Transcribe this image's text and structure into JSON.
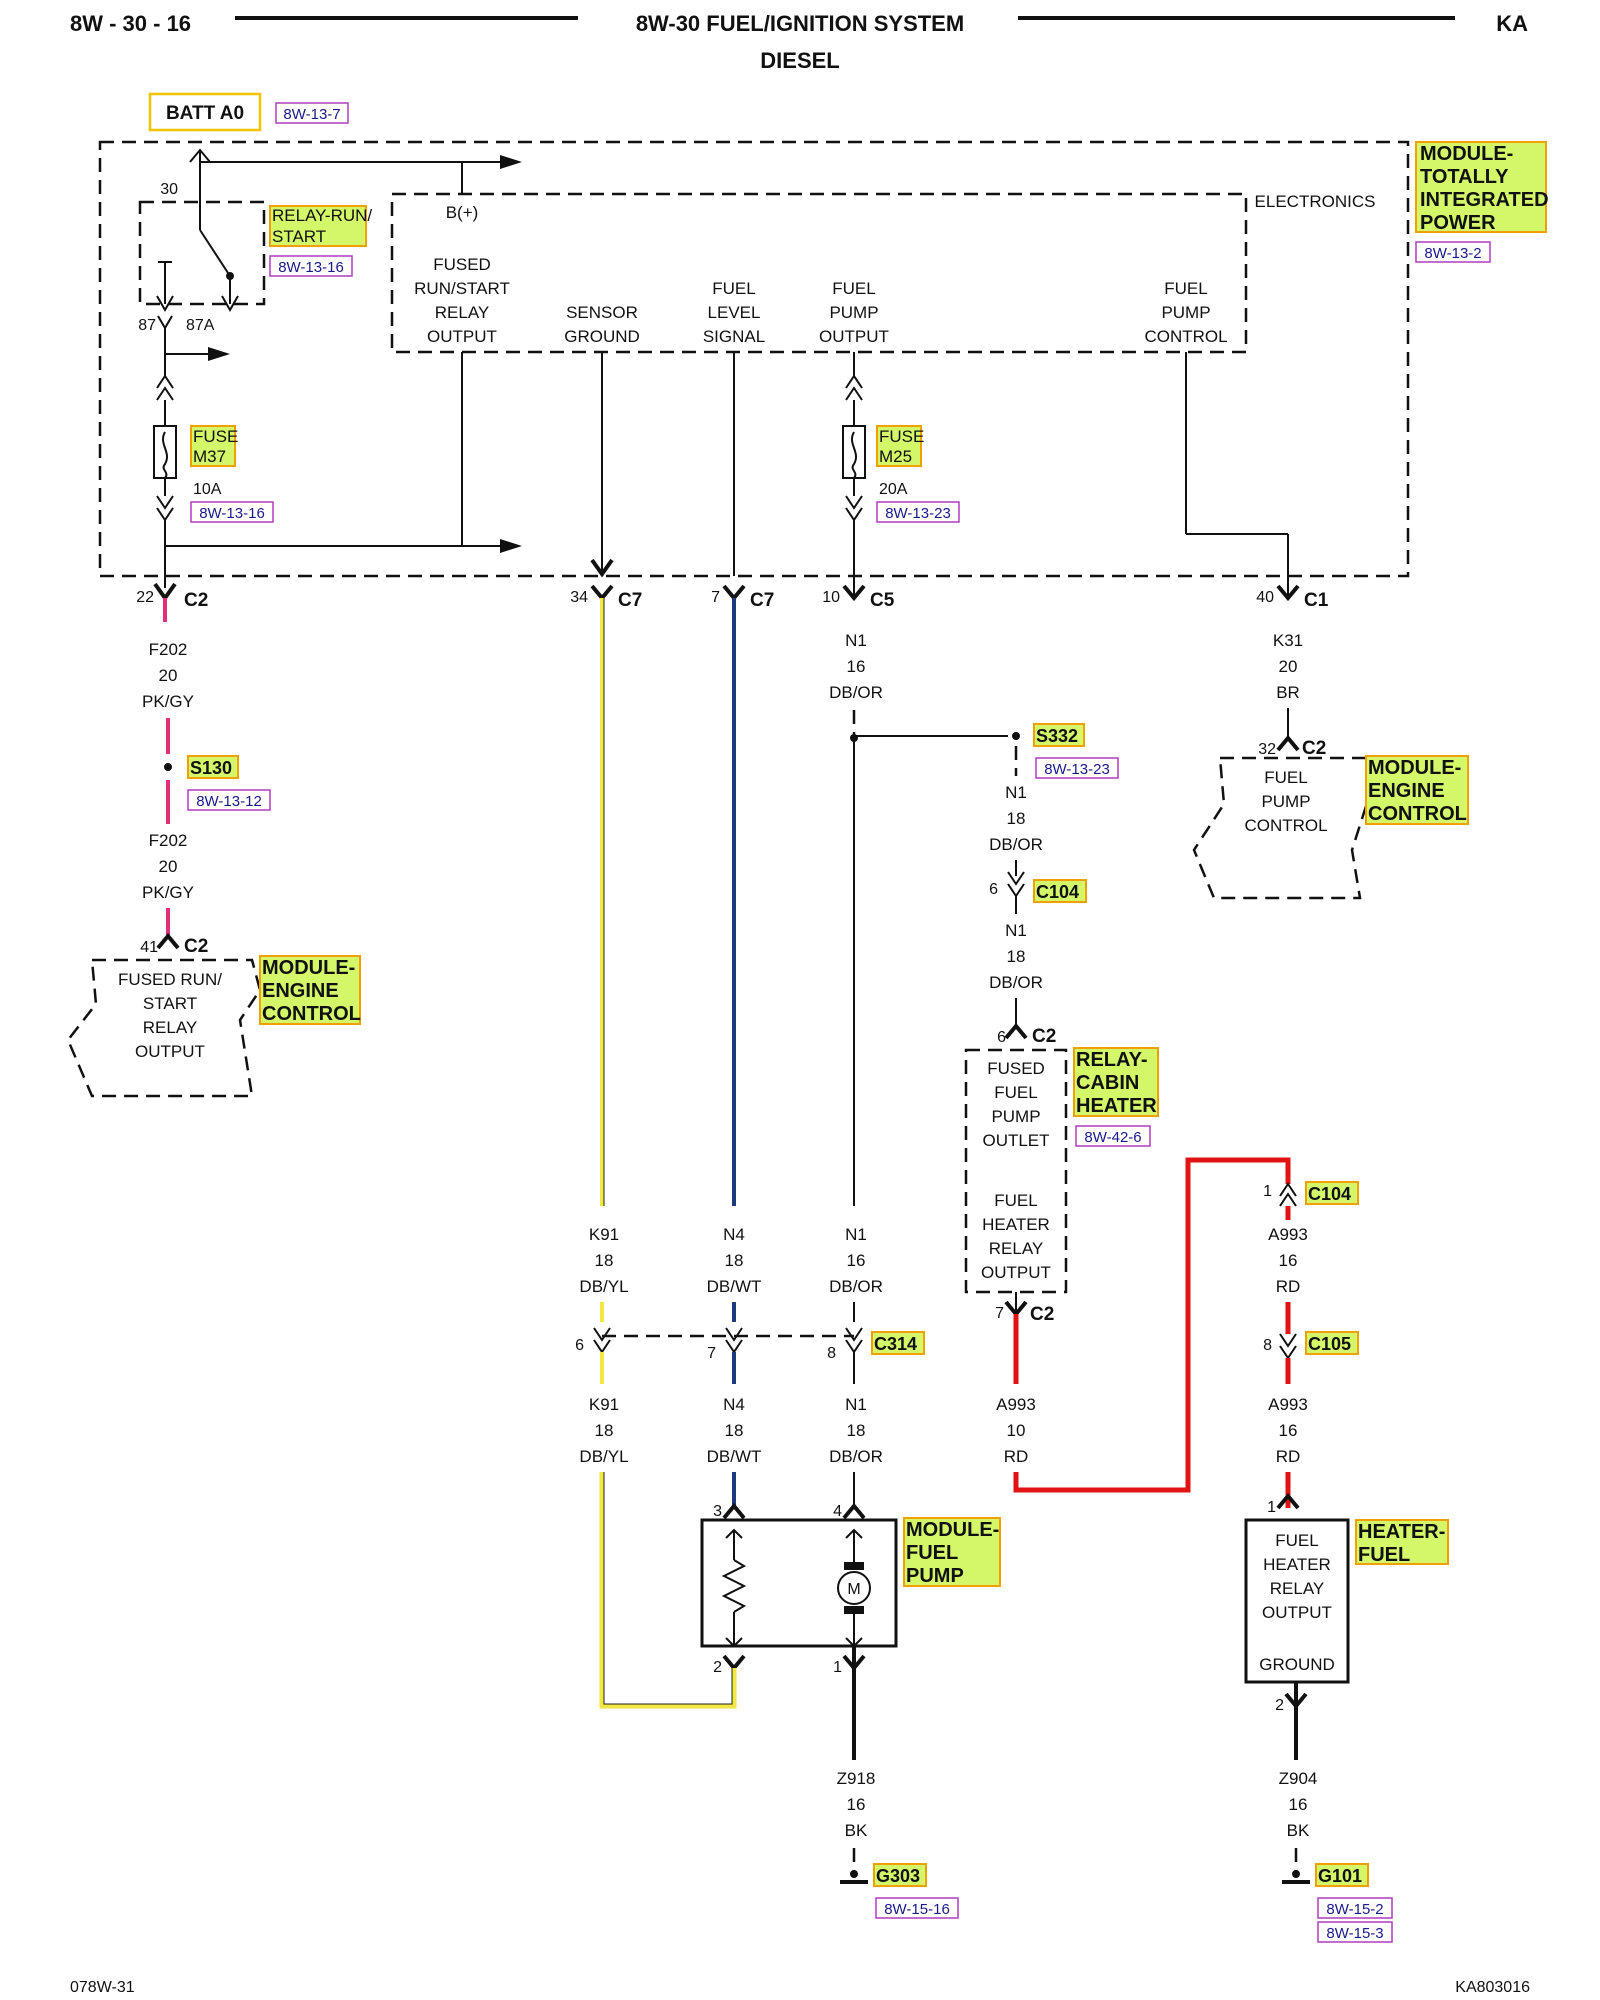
{
  "header": {
    "page_number": "8W - 30 - 16",
    "title": "8W-30 FUEL/IGNITION SYSTEM",
    "subtitle": "DIESEL",
    "code": "KA"
  },
  "footer": {
    "left": "078W-31",
    "right": "KA803016"
  },
  "batt": {
    "label": "BATT A0",
    "ref": "8W-13-7"
  },
  "tipm": {
    "name": "MODULE-\nTOTALLY\nINTEGRATED\nPOWER",
    "name_lines": [
      "MODULE-",
      "TOTALLY",
      "INTEGRATED",
      "POWER"
    ],
    "ref": "8W-13-2",
    "electronics": "ELECTRONICS",
    "bplus": "B(+)",
    "pin30": "30",
    "pin87": "87",
    "pin87a": "87A",
    "relay_lines": [
      "RELAY-RUN/",
      "START"
    ],
    "relay_ref": "8W-13-16",
    "fuse_m37_lines": [
      "FUSE",
      "M37"
    ],
    "fuse_m37_amp": "10A",
    "fuse_m37_ref": "8W-13-16",
    "fuse_m25_lines": [
      "FUSE",
      "M25"
    ],
    "fuse_m25_amp": "20A",
    "fuse_m25_ref": "8W-13-23",
    "col_fused": [
      "FUSED",
      "RUN/START",
      "RELAY",
      "OUTPUT"
    ],
    "col_sensor": [
      "SENSOR",
      "GROUND"
    ],
    "col_level": [
      "FUEL",
      "LEVEL",
      "SIGNAL"
    ],
    "col_pump": [
      "FUEL",
      "PUMP",
      "OUTPUT"
    ],
    "col_control": [
      "FUEL",
      "PUMP",
      "CONTROL"
    ]
  },
  "connectors": {
    "c2_22": {
      "pin": "22",
      "name": "C2"
    },
    "c7_34": {
      "pin": "34",
      "name": "C7"
    },
    "c7_7": {
      "pin": "7",
      "name": "C7"
    },
    "c5_10": {
      "pin": "10",
      "name": "C5"
    },
    "c1_40": {
      "pin": "40",
      "name": "C1"
    },
    "c2_32": {
      "pin": "32",
      "name": "C2"
    },
    "c2_41": {
      "pin": "41",
      "name": "C2"
    },
    "c104_6": {
      "pin": "6",
      "name": "C104"
    },
    "c2_6": {
      "pin": "6",
      "name": "C2"
    },
    "c2_7": {
      "pin": "7",
      "name": "C2"
    },
    "c104_1": {
      "pin": "1",
      "name": "C104"
    },
    "c105_8": {
      "pin": "8",
      "name": "C105"
    },
    "c314_6": {
      "pin": "6"
    },
    "c314_7": {
      "pin": "7"
    },
    "c314_8": {
      "pin": "8",
      "name": "C314"
    }
  },
  "wires": {
    "f202_a": [
      "F202",
      "20",
      "PK/GY"
    ],
    "f202_b": [
      "F202",
      "20",
      "PK/GY"
    ],
    "k31": [
      "K31",
      "20",
      "BR"
    ],
    "n1_a": [
      "N1",
      "16",
      "DB/OR"
    ],
    "n1_s332": [
      "N1",
      "18",
      "DB/OR"
    ],
    "n1_c104": [
      "N1",
      "18",
      "DB/OR"
    ],
    "k91_a": [
      "K91",
      "18",
      "DB/YL"
    ],
    "n4_a": [
      "N4",
      "18",
      "DB/WT"
    ],
    "n1_b": [
      "N1",
      "16",
      "DB/OR"
    ],
    "k91_b": [
      "K91",
      "18",
      "DB/YL"
    ],
    "n4_b": [
      "N4",
      "18",
      "DB/WT"
    ],
    "n1_c": [
      "N1",
      "18",
      "DB/OR"
    ],
    "a993_a": [
      "A993",
      "10",
      "RD"
    ],
    "a993_b": [
      "A993",
      "16",
      "RD"
    ],
    "a993_c": [
      "A993",
      "16",
      "RD"
    ],
    "z918": [
      "Z918",
      "16",
      "BK"
    ],
    "z904": [
      "Z904",
      "16",
      "BK"
    ]
  },
  "splices": {
    "s130": {
      "name": "S130",
      "ref": "8W-13-12"
    },
    "s332": {
      "name": "S332",
      "ref": "8W-13-23"
    }
  },
  "ecm_left": {
    "name_lines": [
      "MODULE-",
      "ENGINE",
      "CONTROL"
    ],
    "body": [
      "FUSED RUN/",
      "START",
      "RELAY",
      "OUTPUT"
    ]
  },
  "ecm_right": {
    "name_lines": [
      "MODULE-",
      "ENGINE",
      "CONTROL"
    ],
    "body": [
      "FUEL",
      "PUMP",
      "CONTROL"
    ]
  },
  "relay_cabin": {
    "name_lines": [
      "RELAY-",
      "CABIN",
      "HEATER"
    ],
    "ref": "8W-42-6",
    "body_top": [
      "FUSED",
      "FUEL",
      "PUMP",
      "OUTLET"
    ],
    "body_bottom": [
      "FUEL",
      "HEATER",
      "RELAY",
      "OUTPUT"
    ]
  },
  "fuel_pump": {
    "name_lines": [
      "MODULE-",
      "FUEL",
      "PUMP"
    ],
    "pin3": "3",
    "pin4": "4",
    "pin2": "2",
    "pin1": "1",
    "motor": "M"
  },
  "heater": {
    "name_lines": [
      "HEATER-",
      "FUEL"
    ],
    "body": [
      "FUEL",
      "HEATER",
      "RELAY",
      "OUTPUT"
    ],
    "ground": "GROUND",
    "pin1": "1",
    "pin2": "2"
  },
  "grounds": {
    "g303": {
      "name": "G303",
      "ref": "8W-15-16"
    },
    "g101": {
      "name": "G101",
      "refs": [
        "8W-15-2",
        "8W-15-3"
      ]
    }
  },
  "colors": {
    "pk_gy": "#e0307a",
    "db_yl": "#f2e640",
    "db_wt": "#1f3a7a",
    "rd": "#e01414",
    "bk": "#111111",
    "highlight": "#d4f76a",
    "highlight_border": "#f0a000",
    "ref_box": "#b03cc0"
  }
}
